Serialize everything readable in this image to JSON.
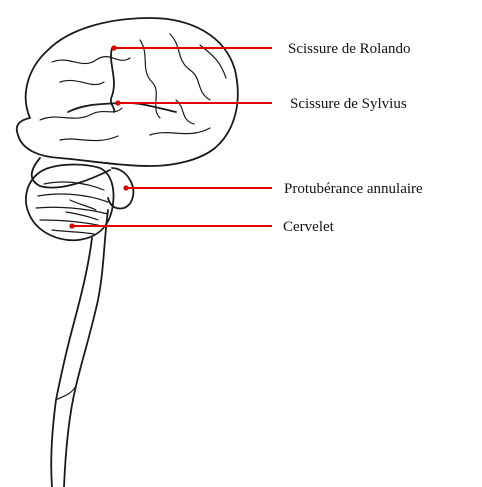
{
  "diagram": {
    "labels": [
      {
        "id": "rolando",
        "text": "Scissure de Rolando"
      },
      {
        "id": "sylvius",
        "text": "Scissure de Sylvius"
      },
      {
        "id": "protuberance",
        "text": "Protubérance annulaire"
      },
      {
        "id": "cervelet",
        "text": "Cervelet"
      }
    ],
    "colors": {
      "leader": "#e00000",
      "outline": "#1a1a1a",
      "background": "#ffffff"
    }
  }
}
